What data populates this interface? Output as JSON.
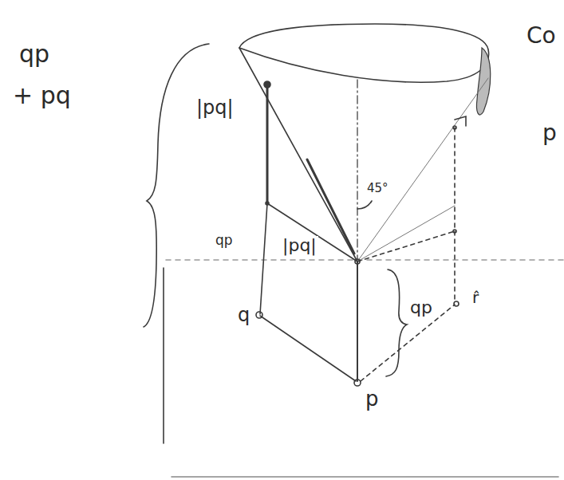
{
  "diagram": {
    "labels": [
      "qp",
      "+ pq",
      "Co",
      "p",
      "|pq|",
      "45°",
      "qp",
      "|pq|",
      "q",
      "qp",
      "r̂",
      "p"
    ]
  }
}
